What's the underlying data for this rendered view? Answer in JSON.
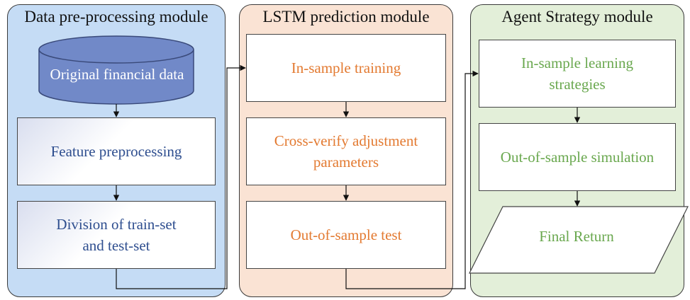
{
  "panels": {
    "data": {
      "title": "Data pre-processing module",
      "color": "#c5dcf5",
      "cylinder": "Original financial data",
      "box1": "Feature preprocessing",
      "box2_line1": "Division of train-set",
      "box2_line2": "and test-set"
    },
    "lstm": {
      "title": "LSTM prediction module",
      "color": "#fae3d4",
      "box1": "In-sample training",
      "box2_line1": "Cross-verify adjustment",
      "box2_line2": "parameters",
      "box3": "Out-of-sample test"
    },
    "agent": {
      "title": "Agent Strategy module",
      "color": "#e3efd9",
      "box1_line1": "In-sample learning",
      "box1_line2": "strategies",
      "box2": "Out-of-sample simulation",
      "final": "Final Return"
    }
  }
}
